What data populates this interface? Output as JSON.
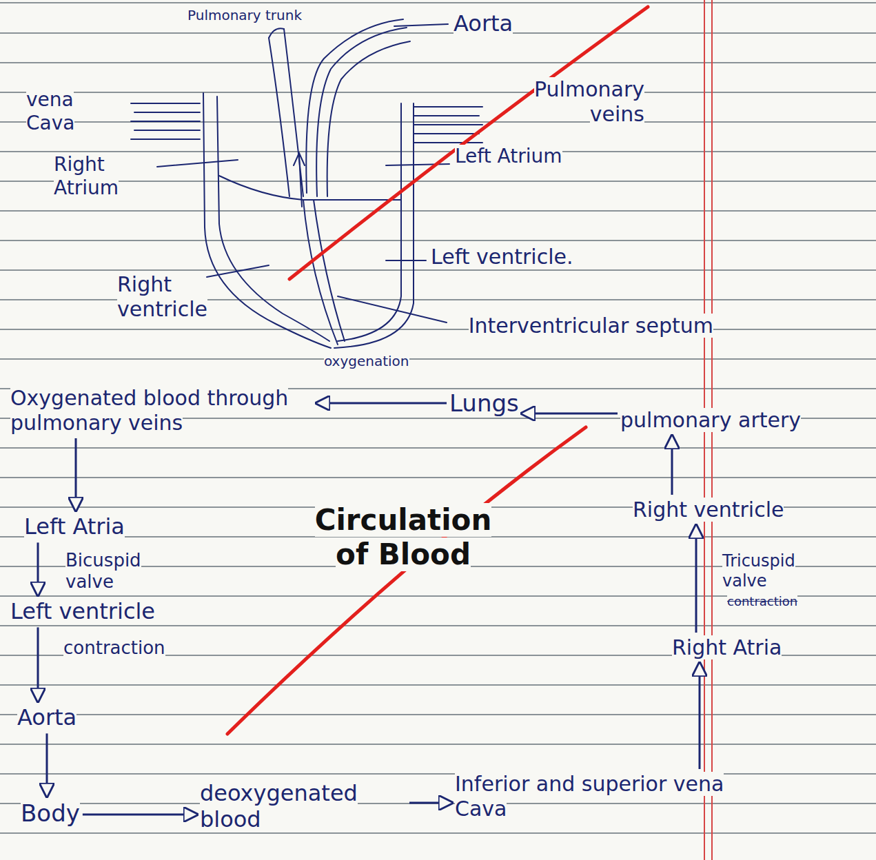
{
  "diagram": {
    "title": "Circulation of Blood",
    "nodes": [
      {
        "text": [
          "Oxygenated blood through pulmonary veins"
        ]
      },
      {
        "text": [
          "Lungs"
        ]
      },
      {
        "text": [
          "pulmonary artery"
        ]
      },
      {
        "text": [
          "Right ventricle"
        ]
      },
      {
        "text": [
          "Left Atria"
        ]
      },
      {
        "text": [
          "Right Atria"
        ]
      },
      {
        "text": [
          "Left ventricle"
        ]
      },
      {
        "text": [
          "Aorta"
        ]
      },
      {
        "text": [
          "Body"
        ]
      },
      {
        "text": [
          "deoxygenated blood"
        ]
      },
      {
        "text": [
          "Inferior and superior vena Cava"
        ]
      }
    ],
    "edges": [
      {
        "from": 1,
        "to": 0,
        "arrow": "to",
        "label": "oxygenation"
      },
      {
        "from": 0,
        "to": 4,
        "arrow": "to"
      },
      {
        "from": 4,
        "to": 6,
        "arrow": "to",
        "label": "Bicuspid valve"
      },
      {
        "from": 6,
        "to": 7,
        "arrow": "to",
        "label": "contraction"
      },
      {
        "from": 7,
        "to": 8,
        "arrow": "to"
      },
      {
        "from": 8,
        "to": 9,
        "arrow": "to"
      },
      {
        "from": 9,
        "to": 10,
        "arrow": "to"
      },
      {
        "from": 10,
        "to": 5,
        "arrow": "to"
      },
      {
        "from": 5,
        "to": 3,
        "arrow": "to",
        "label": "Tricuspid valve"
      },
      {
        "from": 3,
        "to": 2,
        "arrow": "to"
      },
      {
        "from": 2,
        "to": 1,
        "arrow": "to"
      }
    ],
    "labels": [
      "Pulmonary trunk",
      "Aorta",
      "vena Cava",
      "Pulmonary veins",
      "Right Atrium",
      "Left Atrium",
      "Left ventricle.",
      "Right ventricle",
      "Interventricular septum",
      "contraction"
    ]
  }
}
